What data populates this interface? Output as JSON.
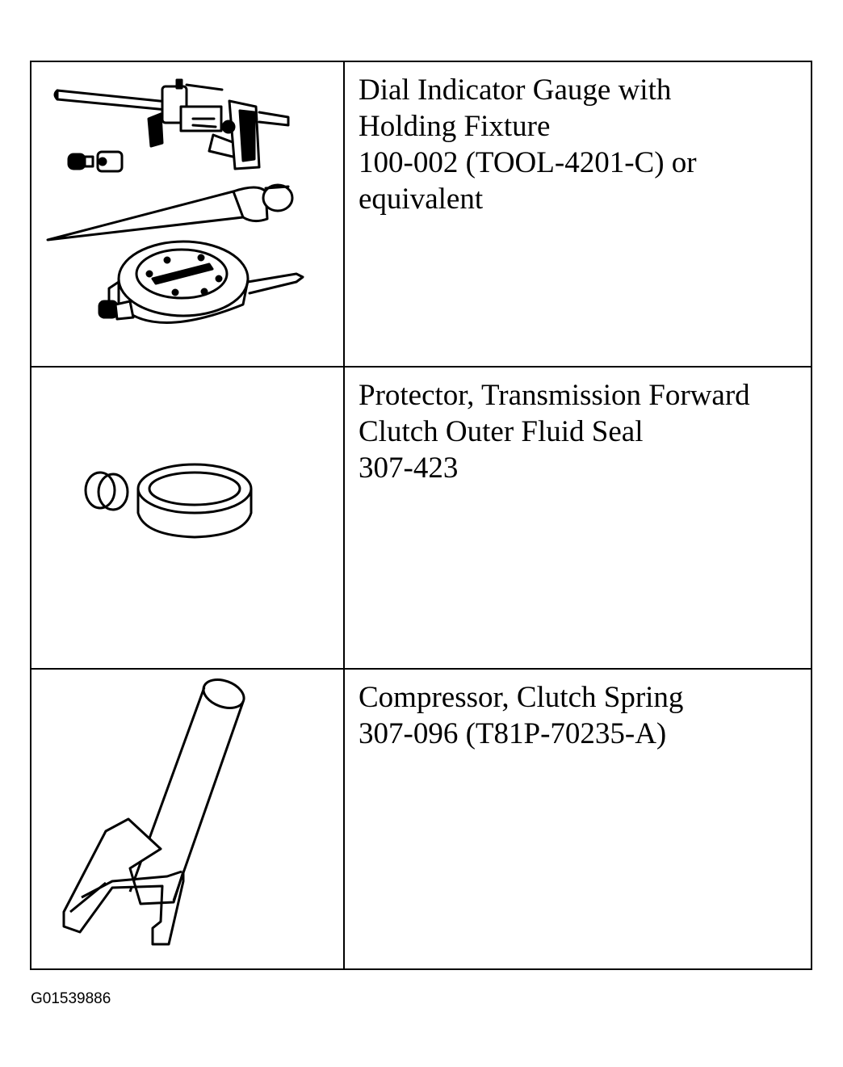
{
  "tools": [
    {
      "icon": "dial-indicator-gauge-icon",
      "lines": [
        "Dial Indicator Gauge with",
        "Holding Fixture",
        "100-002 (TOOL-4201-C) or",
        "equivalent"
      ]
    },
    {
      "icon": "seal-protector-icon",
      "lines": [
        "Protector, Transmission Forward",
        "Clutch Outer Fluid Seal",
        "307-423"
      ]
    },
    {
      "icon": "spring-compressor-icon",
      "lines": [
        "Compressor, Clutch Spring",
        "307-096 (T81P-70235-A)"
      ]
    }
  ],
  "figure_id": "G01539886"
}
